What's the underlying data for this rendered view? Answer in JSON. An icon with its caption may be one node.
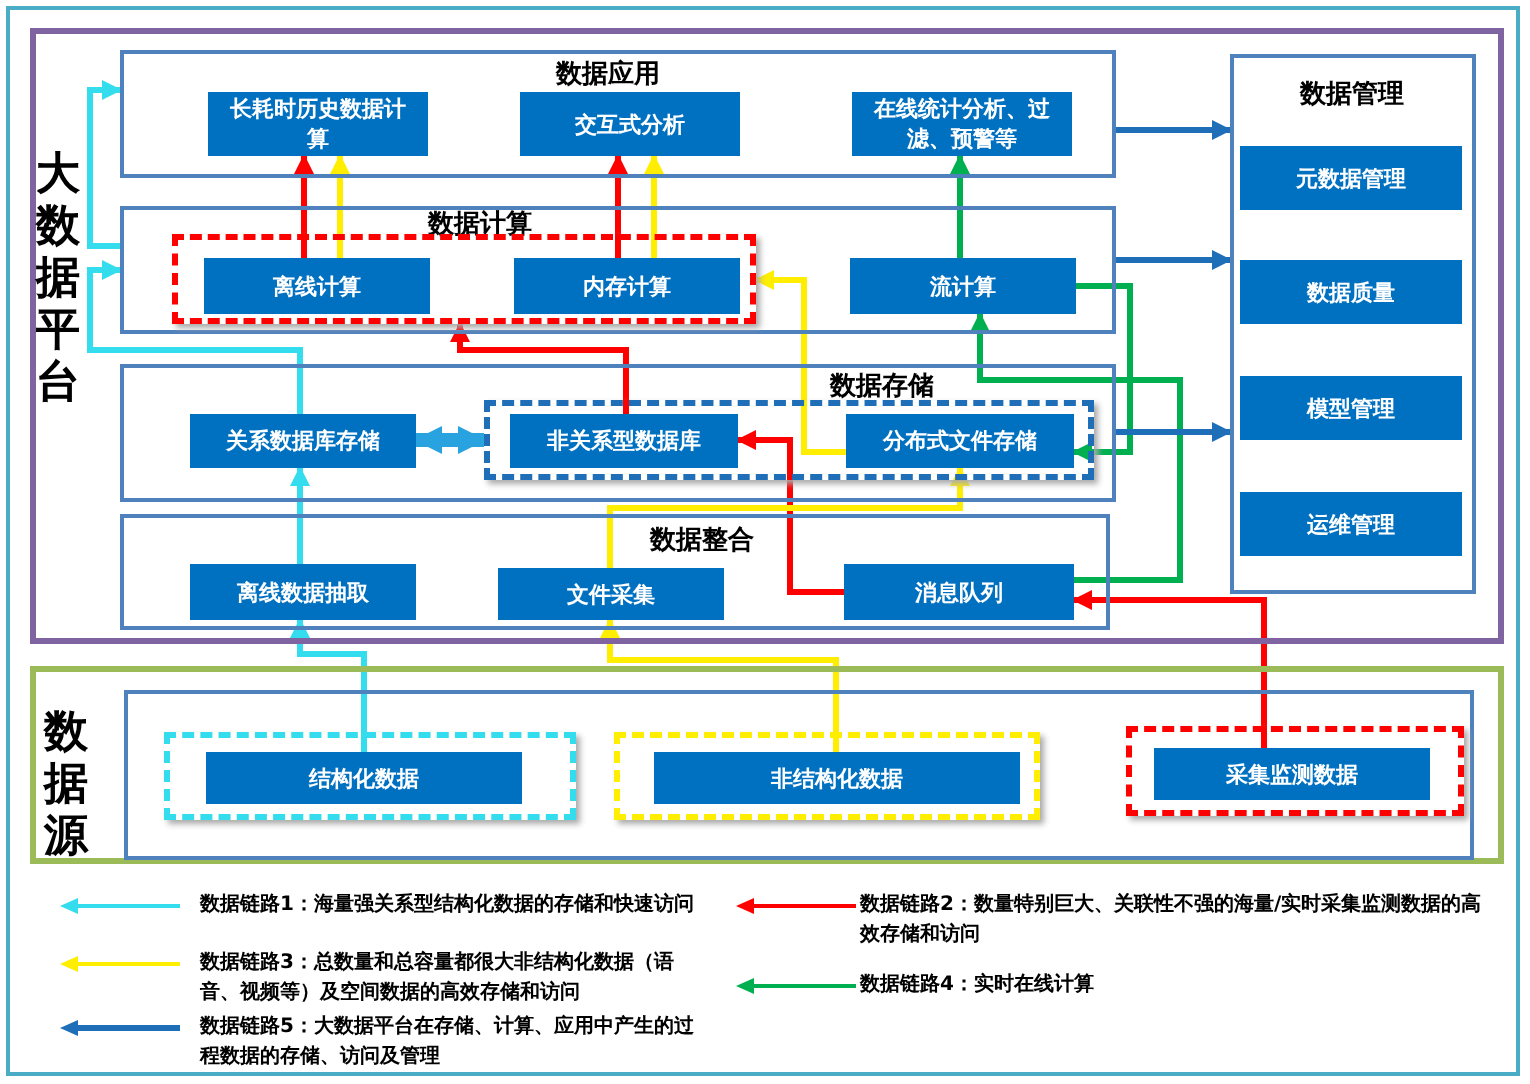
{
  "diagram": {
    "nodes": [
      {
        "text": [
          "大数据平台"
        ]
      },
      {
        "text": [
          "数据应用"
        ],
        "in": 0
      },
      {
        "text": [
          "长耗时历史数据计算"
        ],
        "in": 1
      },
      {
        "text": [
          "交互式分析"
        ],
        "in": 1
      },
      {
        "text": [
          "在线统计分析、过滤、预警等"
        ],
        "in": 1
      },
      {
        "text": [
          "数据计算"
        ],
        "in": 0
      },
      {
        "text": [],
        "shape": "box",
        "in": 5
      },
      {
        "text": [
          "离线计算"
        ],
        "in": 6
      },
      {
        "text": [
          "内存计算"
        ],
        "in": 6
      },
      {
        "text": [
          "流计算"
        ],
        "in": 5
      },
      {
        "text": [
          "数据存储"
        ],
        "in": 0
      },
      {
        "text": [
          "关系数据库存储"
        ],
        "in": 10
      },
      {
        "text": [],
        "shape": "box",
        "in": 10
      },
      {
        "text": [
          "非关系型数据库"
        ],
        "in": 12
      },
      {
        "text": [
          "分布式文件存储"
        ],
        "in": 12
      },
      {
        "text": [
          "数据整合"
        ],
        "in": 0
      },
      {
        "text": [
          "离线数据抽取"
        ],
        "in": 15
      },
      {
        "text": [
          "文件采集"
        ],
        "in": 15
      },
      {
        "text": [
          "消息队列"
        ],
        "in": 15
      },
      {
        "text": [
          "数据管理"
        ],
        "in": 0
      },
      {
        "text": [
          "元数据管理"
        ],
        "in": 19
      },
      {
        "text": [
          "数据质量"
        ],
        "in": 19
      },
      {
        "text": [
          "模型管理"
        ],
        "in": 19
      },
      {
        "text": [
          "运维管理"
        ],
        "in": 19
      },
      {
        "text": [
          "数据源"
        ]
      },
      {
        "text": [],
        "shape": "box",
        "in": 24
      },
      {
        "text": [],
        "shape": "box",
        "in": 25
      },
      {
        "text": [
          "结构化数据"
        ],
        "in": 26
      },
      {
        "text": [],
        "shape": "box",
        "in": 25
      },
      {
        "text": [
          "非结构化数据"
        ],
        "in": 28
      },
      {
        "text": [],
        "shape": "box",
        "in": 25
      },
      {
        "text": [
          "采集监测数据"
        ],
        "in": 30
      }
    ],
    "edges": [
      {
        "from": 27,
        "to": 16,
        "arrow": "to",
        "color": "#33ddee"
      },
      {
        "from": 16,
        "to": 11,
        "arrow": "to",
        "color": "#33ddee"
      },
      {
        "from": 11,
        "to": 5,
        "arrow": "to",
        "color": "#33ddee"
      },
      {
        "from": 5,
        "to": 1,
        "arrow": "to",
        "color": "#33ddee"
      },
      {
        "from": 7,
        "to": 2,
        "arrow": "to",
        "color": "#ff0000"
      },
      {
        "from": 7,
        "to": 2,
        "arrow": "to",
        "color": "#ffee00"
      },
      {
        "from": 8,
        "to": 3,
        "arrow": "to",
        "color": "#ff0000"
      },
      {
        "from": 8,
        "to": 3,
        "arrow": "to",
        "color": "#ffee00"
      },
      {
        "from": 9,
        "to": 4,
        "arrow": "to",
        "color": "#00b050"
      },
      {
        "from": 31,
        "to": 18,
        "arrow": "to",
        "color": "#ff0000"
      },
      {
        "from": 18,
        "to": 13,
        "arrow": "to",
        "color": "#ff0000"
      },
      {
        "from": 13,
        "to": 6,
        "arrow": "to",
        "color": "#ff0000"
      },
      {
        "from": 29,
        "to": 17,
        "arrow": "to",
        "color": "#ffee00"
      },
      {
        "from": 17,
        "to": 14,
        "arrow": "to",
        "color": "#ffee00"
      },
      {
        "from": 14,
        "to": 6,
        "arrow": "to",
        "color": "#ffee00"
      },
      {
        "from": 18,
        "to": 9,
        "arrow": "to",
        "color": "#00b050"
      },
      {
        "from": 9,
        "to": 14,
        "arrow": "to",
        "color": "#00b050"
      },
      {
        "from": 1,
        "to": 19,
        "arrow": "to",
        "color": "#1f6fb8"
      },
      {
        "from": 5,
        "to": 19,
        "arrow": "to",
        "color": "#1f6fb8"
      },
      {
        "from": 10,
        "to": 19,
        "arrow": "to",
        "color": "#1f6fb8"
      },
      {
        "from": 11,
        "to": 12,
        "arrow": "both",
        "style": "thick",
        "color": "#29a3e0"
      }
    ],
    "legend": [
      {
        "text": "数据链路1：海量强关系型结构化数据的存储和快速访问"
      },
      {
        "text": "数据链路2：数量特别巨大、关联性不强的海量/实时采集监测数据的高效存储和访问"
      },
      {
        "text": "数据链路3：总数量和总容量都很大非结构化数据（语音、视频等）及空间数据的高效存储和访问"
      },
      {
        "text": "数据链路4：实时在线计算"
      },
      {
        "text": "数据链路5：大数据平台在存储、计算、应用中产生的过程数据的存储、访问及管理"
      }
    ]
  }
}
